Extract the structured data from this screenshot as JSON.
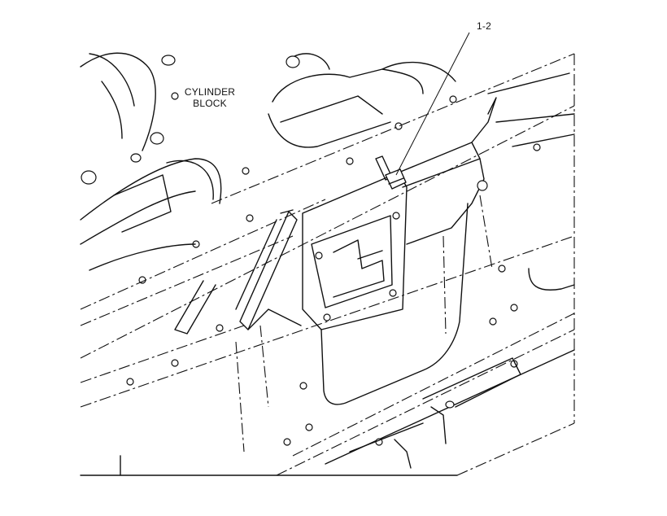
{
  "labels": {
    "callout": "1-2",
    "component_line1": "CYLINDER",
    "component_line2": "BLOCK"
  }
}
